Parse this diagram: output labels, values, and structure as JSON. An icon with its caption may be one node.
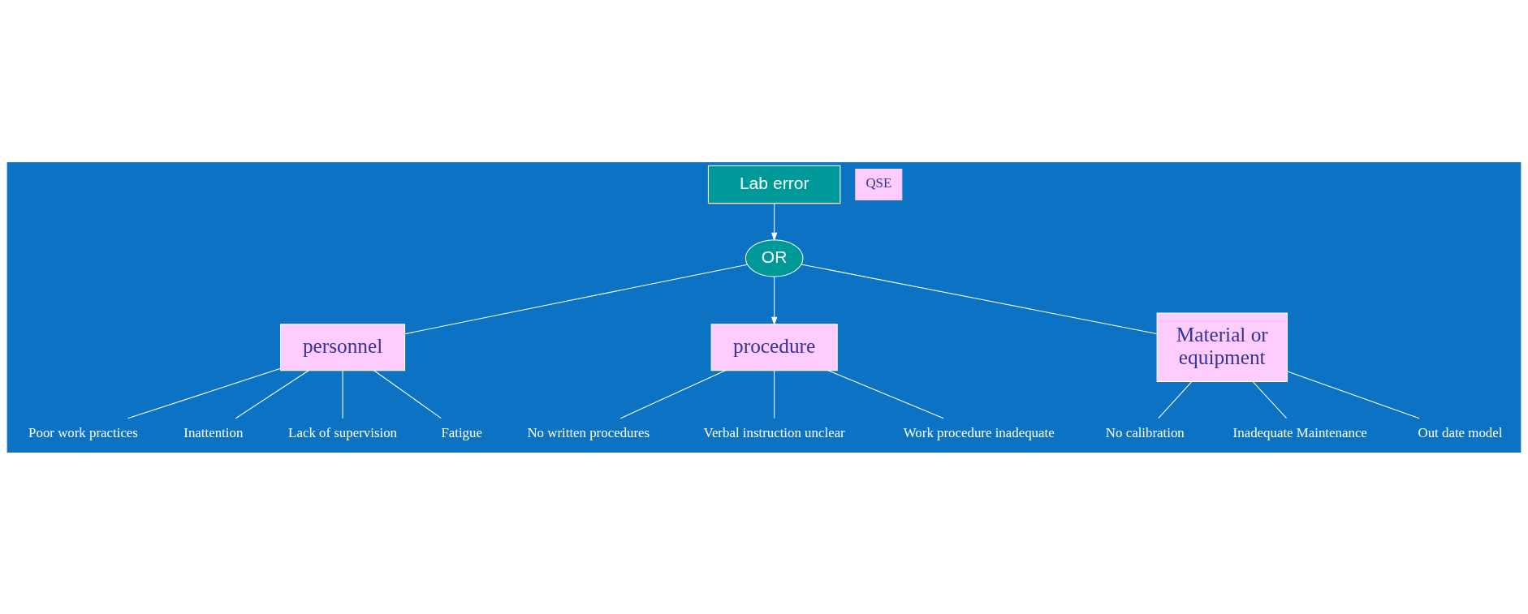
{
  "diagram": {
    "nodes": [
      {
        "text": [
          "Lab error"
        ]
      },
      {
        "text": [
          "OR"
        ]
      },
      {
        "text": [
          "QSE"
        ]
      },
      {
        "text": [
          "personnel"
        ]
      },
      {
        "text": [
          "procedure"
        ]
      },
      {
        "text": [
          "Material or equipment"
        ]
      },
      {
        "text": [
          "Poor work practices"
        ]
      },
      {
        "text": [
          "Inattention"
        ]
      },
      {
        "text": [
          "Lack of supervision"
        ]
      },
      {
        "text": [
          "Fatigue"
        ]
      },
      {
        "text": [
          "No written procedures"
        ]
      },
      {
        "text": [
          "Verbal instruction unclear"
        ]
      },
      {
        "text": [
          "Work procedure inadequate"
        ]
      },
      {
        "text": [
          "No calibration"
        ]
      },
      {
        "text": [
          "Inadequate Maintenance"
        ]
      },
      {
        "text": [
          "Out date model"
        ]
      }
    ],
    "edges": [
      {
        "from": 0,
        "to": 1,
        "arrow": "to"
      },
      {
        "from": 1,
        "to": 3,
        "arrow": "none"
      },
      {
        "from": 1,
        "to": 4,
        "arrow": "to"
      },
      {
        "from": 1,
        "to": 5,
        "arrow": "none"
      },
      {
        "from": 3,
        "to": 6,
        "arrow": "none"
      },
      {
        "from": 3,
        "to": 7,
        "arrow": "none"
      },
      {
        "from": 3,
        "to": 8,
        "arrow": "none"
      },
      {
        "from": 3,
        "to": 9,
        "arrow": "none"
      },
      {
        "from": 4,
        "to": 10,
        "arrow": "none"
      },
      {
        "from": 4,
        "to": 11,
        "arrow": "none"
      },
      {
        "from": 4,
        "to": 12,
        "arrow": "none"
      },
      {
        "from": 5,
        "to": 13,
        "arrow": "none"
      },
      {
        "from": 5,
        "to": 14,
        "arrow": "none"
      },
      {
        "from": 5,
        "to": 15,
        "arrow": "none"
      }
    ]
  }
}
